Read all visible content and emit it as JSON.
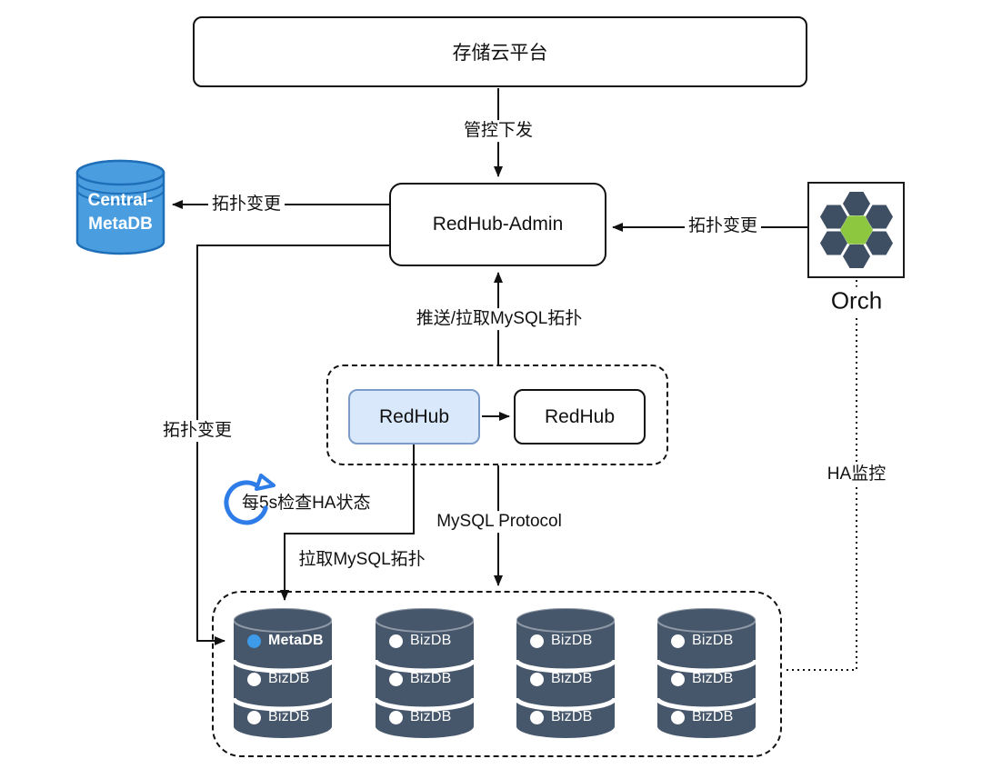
{
  "nodes": {
    "cloud_platform": {
      "label": "存储云平台"
    },
    "redhub_admin": {
      "label": "RedHub-Admin"
    },
    "central_metadb": {
      "label_line1": "Central-",
      "label_line2": "MetaDB"
    },
    "orch": {
      "label": "Orch"
    },
    "redhub_primary": {
      "label": "RedHub"
    },
    "redhub_secondary": {
      "label": "RedHub"
    }
  },
  "edges": {
    "control_dispatch": "管控下发",
    "topology_change_to_central": "拓扑变更",
    "topology_change_from_orch": "拓扑变更",
    "topology_change_to_metadb": "拓扑变更",
    "push_pull_mysql_topology": "推送/拉取MySQL拓扑",
    "ha_check_every_5s": "每5s检查HA状态",
    "mysql_protocol": "MySQL Protocol",
    "pull_mysql_topology": "拉取MySQL拓扑",
    "ha_monitor": "HA监控"
  },
  "clusters": {
    "stacks": [
      {
        "rows": [
          {
            "label": "MetaDB",
            "dot_color": "#3d9be9"
          },
          {
            "label": "BizDB",
            "dot_color": "#ffffff"
          },
          {
            "label": "BizDB",
            "dot_color": "#ffffff"
          }
        ]
      },
      {
        "rows": [
          {
            "label": "BizDB",
            "dot_color": "#ffffff"
          },
          {
            "label": "BizDB",
            "dot_color": "#ffffff"
          },
          {
            "label": "BizDB",
            "dot_color": "#ffffff"
          }
        ]
      },
      {
        "rows": [
          {
            "label": "BizDB",
            "dot_color": "#ffffff"
          },
          {
            "label": "BizDB",
            "dot_color": "#ffffff"
          },
          {
            "label": "BizDB",
            "dot_color": "#ffffff"
          }
        ]
      },
      {
        "rows": [
          {
            "label": "BizDB",
            "dot_color": "#ffffff"
          },
          {
            "label": "BizDB",
            "dot_color": "#ffffff"
          },
          {
            "label": "BizDB",
            "dot_color": "#ffffff"
          }
        ]
      }
    ]
  },
  "colors": {
    "db_cylinder": "#46566b",
    "metadb_dot": "#3d9be9",
    "bizdb_dot": "#ffffff",
    "central_metadb_fill": "#4a9ee0",
    "central_metadb_border": "#1e6fb8",
    "redhub_primary_fill": "#dae8fc",
    "redhub_primary_border": "#7b9bc8",
    "refresh_icon_blue": "#2e7ce8",
    "orch_hex_dark": "#3e4f63",
    "orch_hex_green": "#8dc63f",
    "orch_connector": "#c9d4ea"
  }
}
